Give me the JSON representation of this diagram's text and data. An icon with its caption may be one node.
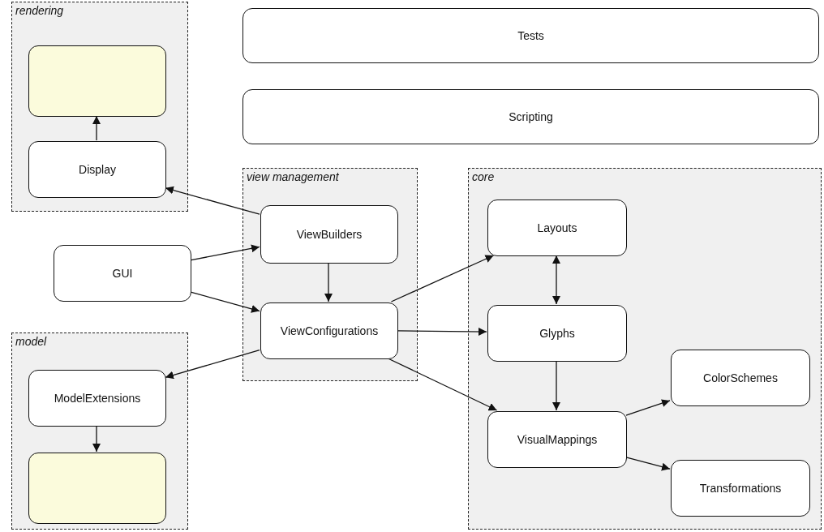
{
  "diagram": {
    "nodes": [
      {
        "text": [
          "rendering"
        ]
      },
      {
        "text": [],
        "shape": "box",
        "in": 0
      },
      {
        "text": [
          "Display"
        ],
        "in": 0
      },
      {
        "text": [
          "Tests"
        ]
      },
      {
        "text": [
          "Scripting"
        ]
      },
      {
        "text": [
          "view management"
        ]
      },
      {
        "text": [
          "ViewBuilders"
        ],
        "in": 5
      },
      {
        "text": [
          "ViewConfigurations"
        ],
        "in": 5
      },
      {
        "text": [
          "GUI"
        ]
      },
      {
        "text": [
          "core"
        ]
      },
      {
        "text": [
          "Layouts"
        ],
        "in": 9
      },
      {
        "text": [
          "Glyphs"
        ],
        "in": 9
      },
      {
        "text": [
          "ColorSchemes"
        ],
        "in": 9
      },
      {
        "text": [
          "VisualMappings"
        ],
        "in": 9
      },
      {
        "text": [
          "Transformations"
        ],
        "in": 9
      },
      {
        "text": [
          "model"
        ]
      },
      {
        "text": [
          "ModelExtensions"
        ],
        "in": 15
      },
      {
        "text": [],
        "shape": "box",
        "in": 15
      }
    ],
    "edges": [
      {
        "from": 2,
        "to": 1,
        "arrow": "to"
      },
      {
        "from": 6,
        "to": 2,
        "arrow": "to"
      },
      {
        "from": 8,
        "to": 6,
        "arrow": "to"
      },
      {
        "from": 8,
        "to": 7,
        "arrow": "to"
      },
      {
        "from": 6,
        "to": 7,
        "arrow": "to"
      },
      {
        "from": 7,
        "to": 10,
        "arrow": "to"
      },
      {
        "from": 7,
        "to": 11,
        "arrow": "to"
      },
      {
        "from": 7,
        "to": 13,
        "arrow": "to"
      },
      {
        "from": 7,
        "to": 16,
        "arrow": "to"
      },
      {
        "from": 10,
        "to": 11,
        "arrow": "both"
      },
      {
        "from": 11,
        "to": 13,
        "arrow": "to"
      },
      {
        "from": 13,
        "to": 12,
        "arrow": "to"
      },
      {
        "from": 13,
        "to": 14,
        "arrow": "to"
      },
      {
        "from": 16,
        "to": 17,
        "arrow": "to"
      }
    ]
  }
}
